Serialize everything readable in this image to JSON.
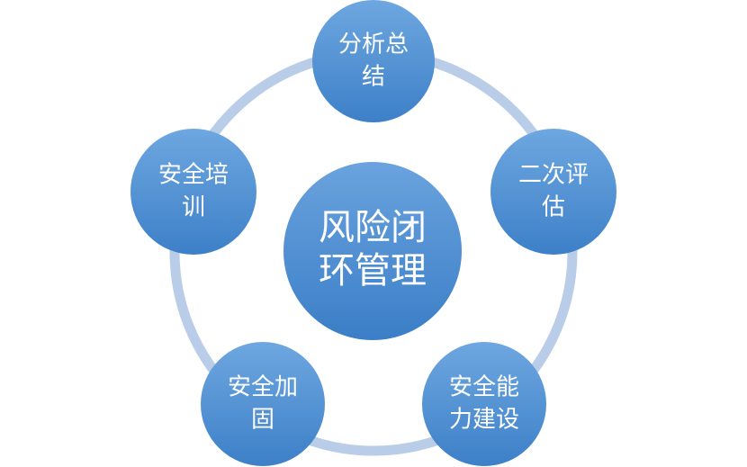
{
  "diagram": {
    "center": {
      "line1": "风险闭",
      "line2": "环管理"
    },
    "nodes": [
      {
        "line1": "分析总",
        "line2": "结"
      },
      {
        "line1": "二次评",
        "line2": "估"
      },
      {
        "line1": "安全能",
        "line2": "力建设"
      },
      {
        "line1": "安全加",
        "line2": "固"
      },
      {
        "line1": "安全培",
        "line2": "训"
      }
    ]
  },
  "colors": {
    "ring": "#b9cde8",
    "node_top": "#6ea7e0",
    "node_bottom": "#3d80c8",
    "text": "#ffffff"
  }
}
